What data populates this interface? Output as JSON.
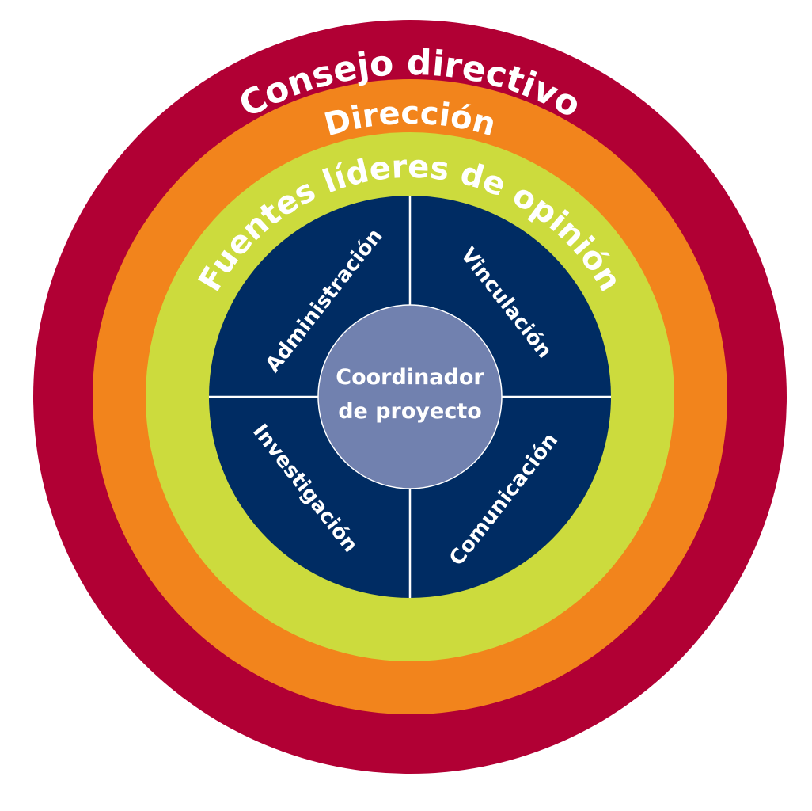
{
  "rings": {
    "outer": {
      "label": "Consejo directivo",
      "color": "#B10034"
    },
    "second": {
      "label": "Dirección",
      "color": "#F2841C"
    },
    "third": {
      "label": "Fuentes líderes de opinión",
      "color": "#CCDB3D"
    }
  },
  "quadrants": {
    "color": "#002C63",
    "divider_color": "#FFFFFF",
    "top_left": "Administración",
    "top_right": "Vinculación",
    "bottom_left": "Investigación",
    "bottom_right": "Comunicación"
  },
  "center": {
    "line1": "Coordinador",
    "line2": "de proyecto",
    "color": "#7181AF"
  }
}
